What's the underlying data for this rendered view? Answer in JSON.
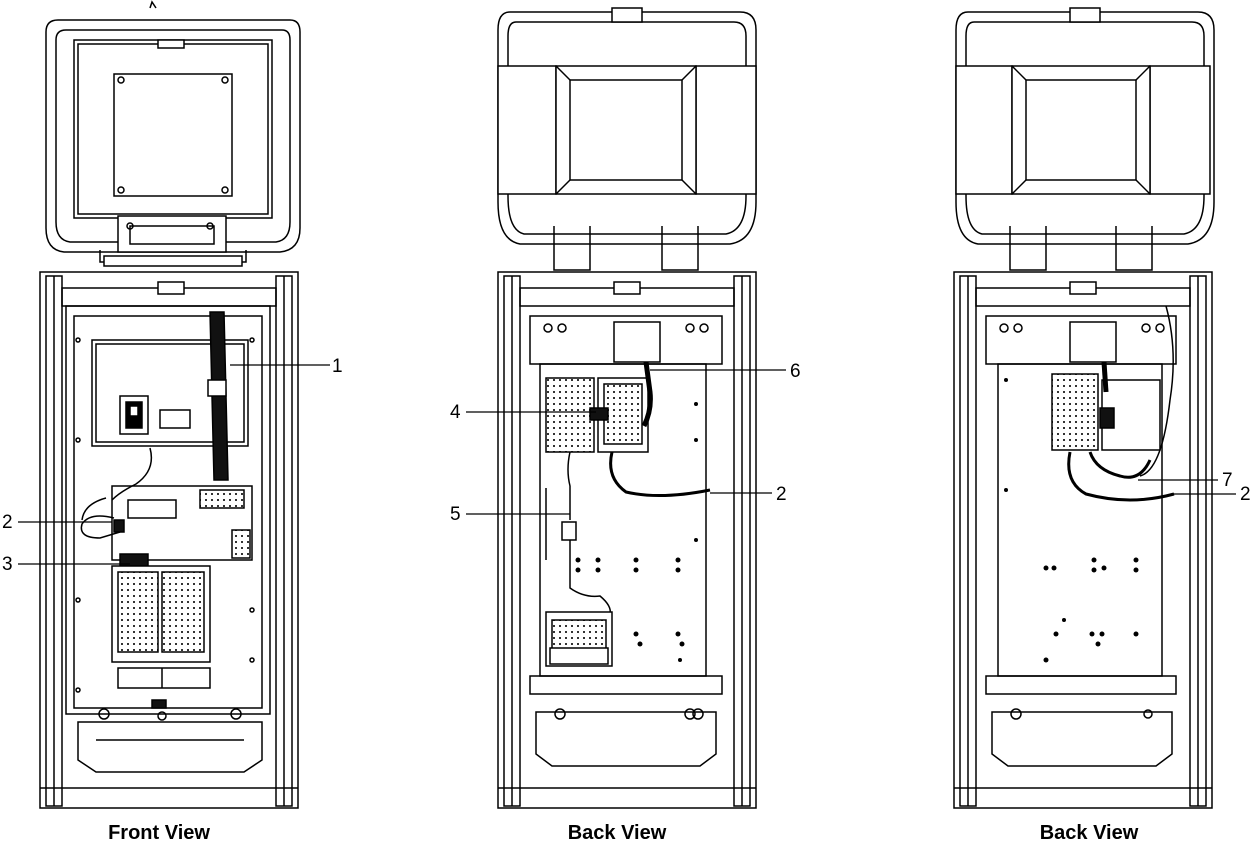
{
  "views": [
    {
      "caption": "Front View"
    },
    {
      "caption": "Back View"
    },
    {
      "caption": "Back View"
    }
  ],
  "callouts": {
    "front": [
      "1",
      "2",
      "3"
    ],
    "back_middle": [
      "6",
      "4",
      "2",
      "5"
    ],
    "back_right": [
      "7",
      "2"
    ]
  },
  "colors": {
    "line": "#000000",
    "fill_light": "#f2f2f2",
    "fill_white": "#ffffff"
  }
}
